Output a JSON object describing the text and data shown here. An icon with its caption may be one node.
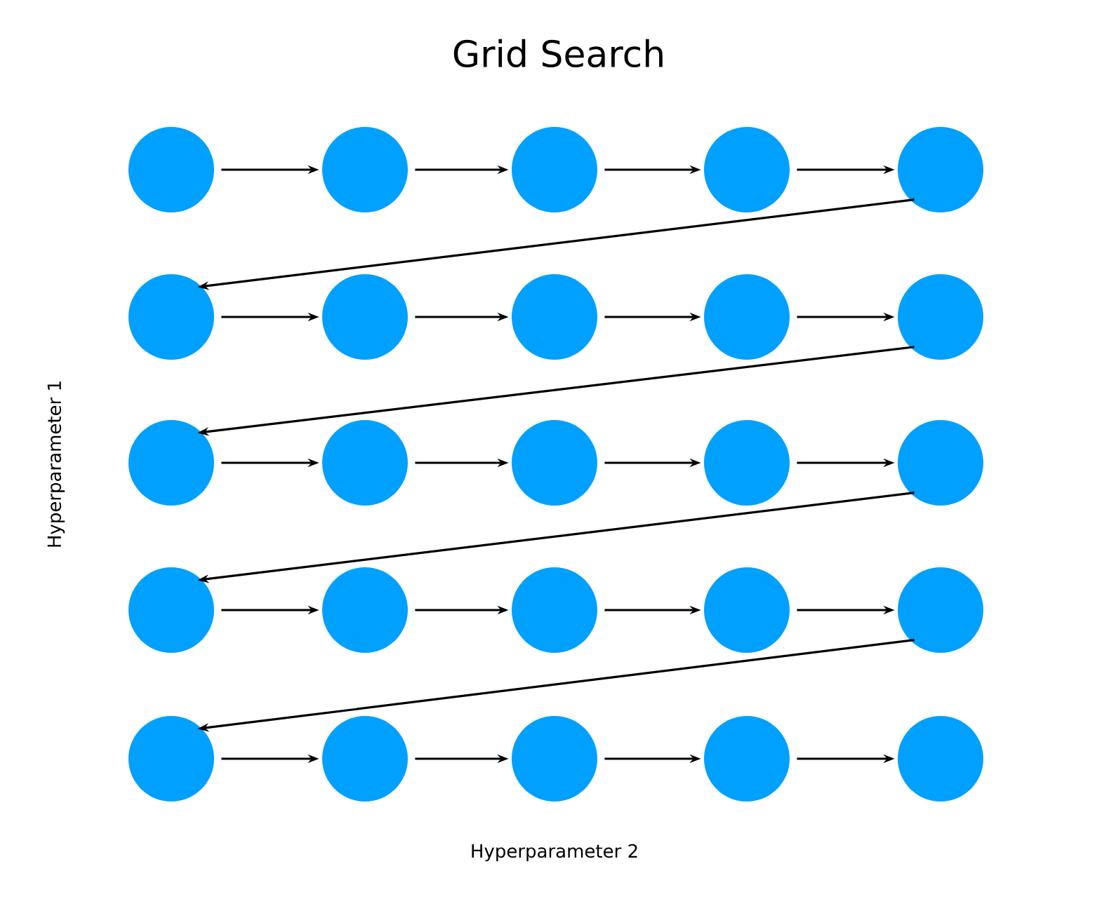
{
  "diagram": {
    "title": "Grid Search",
    "nodes": [
      {
        "text": [],
        "shape": "circle"
      },
      {
        "text": [],
        "shape": "circle"
      },
      {
        "text": [],
        "shape": "circle"
      },
      {
        "text": [],
        "shape": "circle"
      },
      {
        "text": [],
        "shape": "circle"
      },
      {
        "text": [],
        "shape": "circle"
      },
      {
        "text": [],
        "shape": "circle"
      },
      {
        "text": [],
        "shape": "circle"
      },
      {
        "text": [],
        "shape": "circle"
      },
      {
        "text": [],
        "shape": "circle"
      },
      {
        "text": [],
        "shape": "circle"
      },
      {
        "text": [],
        "shape": "circle"
      },
      {
        "text": [],
        "shape": "circle"
      },
      {
        "text": [],
        "shape": "circle"
      },
      {
        "text": [],
        "shape": "circle"
      },
      {
        "text": [],
        "shape": "circle"
      },
      {
        "text": [],
        "shape": "circle"
      },
      {
        "text": [],
        "shape": "circle"
      },
      {
        "text": [],
        "shape": "circle"
      },
      {
        "text": [],
        "shape": "circle"
      },
      {
        "text": [],
        "shape": "circle"
      },
      {
        "text": [],
        "shape": "circle"
      },
      {
        "text": [],
        "shape": "circle"
      },
      {
        "text": [],
        "shape": "circle"
      },
      {
        "text": [],
        "shape": "circle"
      }
    ],
    "edges": [
      {
        "from": 0,
        "to": 1,
        "arrow": "to"
      },
      {
        "from": 1,
        "to": 2,
        "arrow": "to"
      },
      {
        "from": 2,
        "to": 3,
        "arrow": "to"
      },
      {
        "from": 3,
        "to": 4,
        "arrow": "to"
      },
      {
        "from": 4,
        "to": 5,
        "arrow": "to"
      },
      {
        "from": 5,
        "to": 6,
        "arrow": "to"
      },
      {
        "from": 6,
        "to": 7,
        "arrow": "to"
      },
      {
        "from": 7,
        "to": 8,
        "arrow": "to"
      },
      {
        "from": 8,
        "to": 9,
        "arrow": "to"
      },
      {
        "from": 9,
        "to": 10,
        "arrow": "to"
      },
      {
        "from": 10,
        "to": 11,
        "arrow": "to"
      },
      {
        "from": 11,
        "to": 12,
        "arrow": "to"
      },
      {
        "from": 12,
        "to": 13,
        "arrow": "to"
      },
      {
        "from": 13,
        "to": 14,
        "arrow": "to"
      },
      {
        "from": 14,
        "to": 15,
        "arrow": "to"
      },
      {
        "from": 15,
        "to": 16,
        "arrow": "to"
      },
      {
        "from": 16,
        "to": 17,
        "arrow": "to"
      },
      {
        "from": 17,
        "to": 18,
        "arrow": "to"
      },
      {
        "from": 18,
        "to": 19,
        "arrow": "to"
      },
      {
        "from": 19,
        "to": 20,
        "arrow": "to"
      },
      {
        "from": 20,
        "to": 21,
        "arrow": "to"
      },
      {
        "from": 21,
        "to": 22,
        "arrow": "to"
      },
      {
        "from": 22,
        "to": 23,
        "arrow": "to"
      },
      {
        "from": 23,
        "to": 24,
        "arrow": "to"
      }
    ],
    "labels": [
      "Hyperparameter 1",
      "Hyperparameter 2"
    ]
  }
}
